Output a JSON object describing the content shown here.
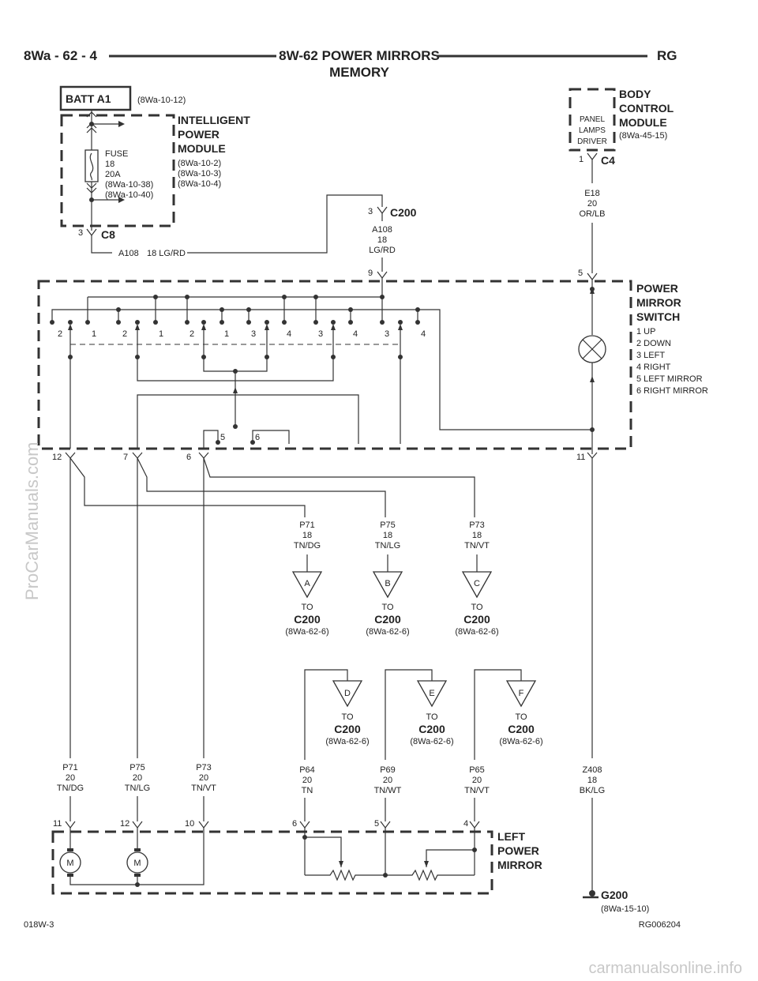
{
  "header": {
    "page": "8Wa - 62 - 4",
    "title_line1": "8W-62 POWER MIRRORS",
    "title_line2": "MEMORY",
    "code": "RG"
  },
  "batt": {
    "label": "BATT A1",
    "ref": "(8Wa-10-12)"
  },
  "ipm": {
    "line1": "INTELLIGENT",
    "line2": "POWER",
    "line3": "MODULE",
    "ref1": "(8Wa-10-2)",
    "ref2": "(8Wa-10-3)",
    "ref3": "(8Wa-10-4)"
  },
  "fuse": {
    "line1": "FUSE",
    "line2": "18",
    "line3": "20A",
    "ref1": "(8Wa-10-38)",
    "ref2": "(8Wa-10-40)"
  },
  "c8": {
    "pin": "3",
    "name": "C8",
    "wire": "A108",
    "spec": "18 LG/RD"
  },
  "c200_top": {
    "pin": "3",
    "name": "C200",
    "wire_l1": "A108",
    "wire_l2": "18",
    "wire_l3": "LG/RD"
  },
  "bcm": {
    "line1": "BODY",
    "line2": "CONTROL",
    "line3": "MODULE",
    "ref": "(8Wa-45-15)",
    "inner1": "PANEL",
    "inner2": "LAMPS",
    "inner3": "DRIVER",
    "pin": "1",
    "conn": "C4",
    "wire_l1": "E18",
    "wire_l2": "20",
    "wire_l3": "OR/LB"
  },
  "switch": {
    "line1": "POWER",
    "line2": "MIRROR",
    "line3": "SWITCH",
    "legend": [
      "1 UP",
      "2 DOWN",
      "3 LEFT",
      "4 RIGHT",
      "5 LEFT MIRROR",
      "6 RIGHT MIRROR"
    ],
    "in_pin_9": "9",
    "in_pin_5": "5",
    "contacts": [
      "2",
      "1",
      "2",
      "1",
      "2",
      "1",
      "3",
      "4",
      "3",
      "4",
      "3",
      "4"
    ],
    "sel5": "5",
    "sel6": "6",
    "out_12": "12",
    "out_7": "7",
    "out_6": "6",
    "out_11": "11"
  },
  "branches_top": [
    {
      "id": "A",
      "w1": "P71",
      "w2": "18",
      "w3": "TN/DG",
      "to": "TO",
      "conn": "C200",
      "ref": "(8Wa-62-6)"
    },
    {
      "id": "B",
      "w1": "P75",
      "w2": "18",
      "w3": "TN/LG",
      "to": "TO",
      "conn": "C200",
      "ref": "(8Wa-62-6)"
    },
    {
      "id": "C",
      "w1": "P73",
      "w2": "18",
      "w3": "TN/VT",
      "to": "TO",
      "conn": "C200",
      "ref": "(8Wa-62-6)"
    }
  ],
  "branches_bottom": [
    {
      "id": "D",
      "to": "TO",
      "conn": "C200",
      "ref": "(8Wa-62-6)"
    },
    {
      "id": "E",
      "to": "TO",
      "conn": "C200",
      "ref": "(8Wa-62-6)"
    },
    {
      "id": "F",
      "to": "TO",
      "conn": "C200",
      "ref": "(8Wa-62-6)"
    }
  ],
  "lower_wires": [
    {
      "w1": "P71",
      "w2": "20",
      "w3": "TN/DG"
    },
    {
      "w1": "P75",
      "w2": "20",
      "w3": "TN/LG"
    },
    {
      "w1": "P73",
      "w2": "20",
      "w3": "TN/VT"
    },
    {
      "w1": "P64",
      "w2": "20",
      "w3": "TN"
    },
    {
      "w1": "P69",
      "w2": "20",
      "w3": "TN/WT"
    },
    {
      "w1": "P65",
      "w2": "20",
      "w3": "TN/VT"
    },
    {
      "w1": "Z408",
      "w2": "18",
      "w3": "BK/LG"
    }
  ],
  "mirror": {
    "line1": "LEFT",
    "line2": "POWER",
    "line3": "MIRROR",
    "pins": [
      "11",
      "12",
      "10",
      "6",
      "5",
      "4"
    ],
    "motor": "M"
  },
  "ground": {
    "name": "G200",
    "ref": "(8Wa-15-10)"
  },
  "footer": {
    "left": "018W-3",
    "right": "RG006204"
  },
  "watermarks": {
    "side": "ProCarManuals.com",
    "bottom": "carmanualsonline.info"
  }
}
